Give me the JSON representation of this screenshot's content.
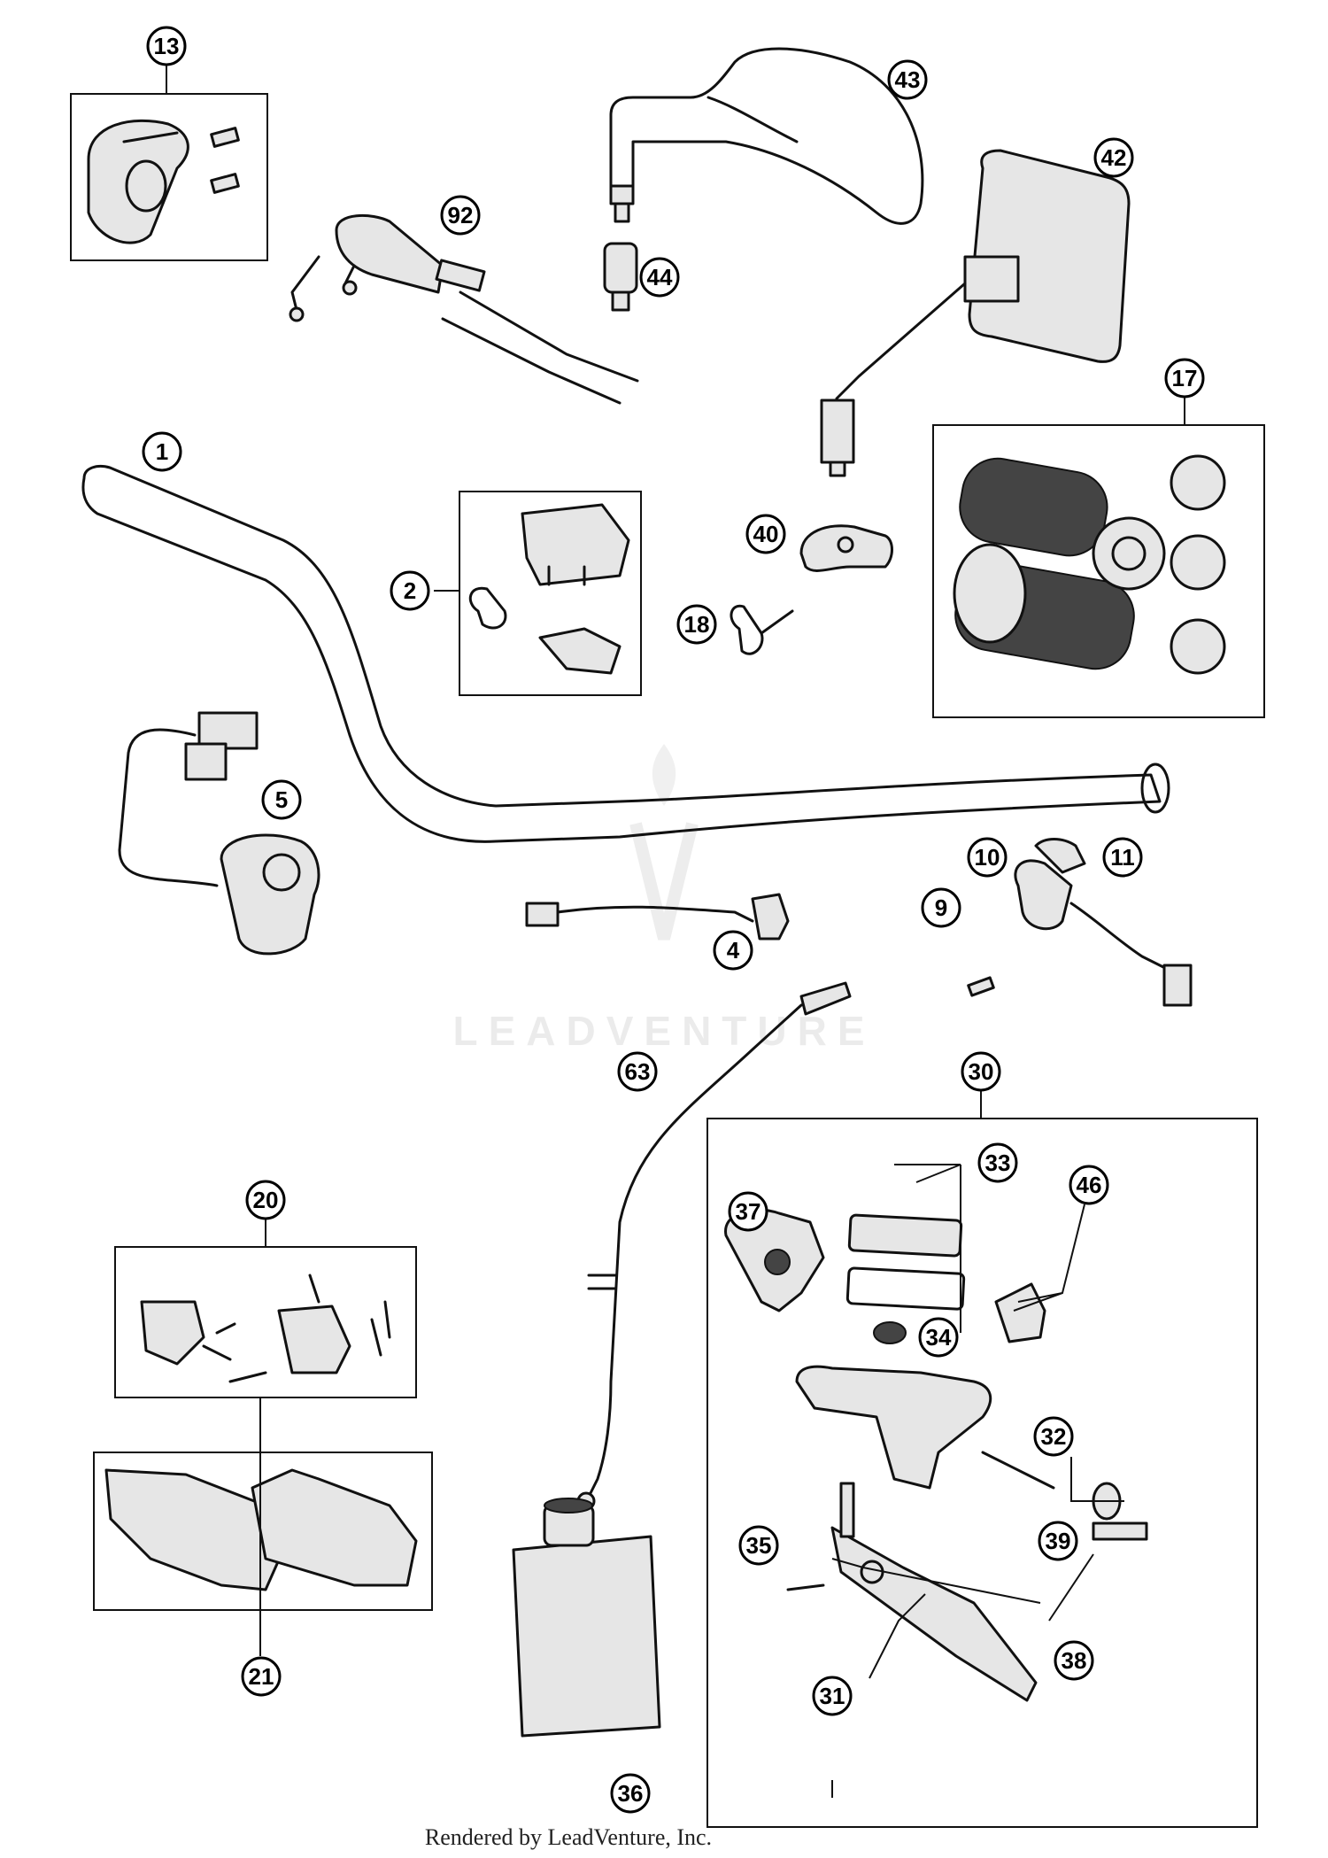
{
  "watermark": "LEADVENTURE",
  "credit": "Rendered by LeadVenture, Inc.",
  "callouts": [
    "13",
    "43",
    "42",
    "92",
    "44",
    "17",
    "1",
    "40",
    "2",
    "18",
    "5",
    "10",
    "11",
    "9",
    "4",
    "63",
    "30",
    "20",
    "33",
    "46",
    "37",
    "34",
    "32",
    "39",
    "35",
    "38",
    "31",
    "21",
    "36"
  ]
}
